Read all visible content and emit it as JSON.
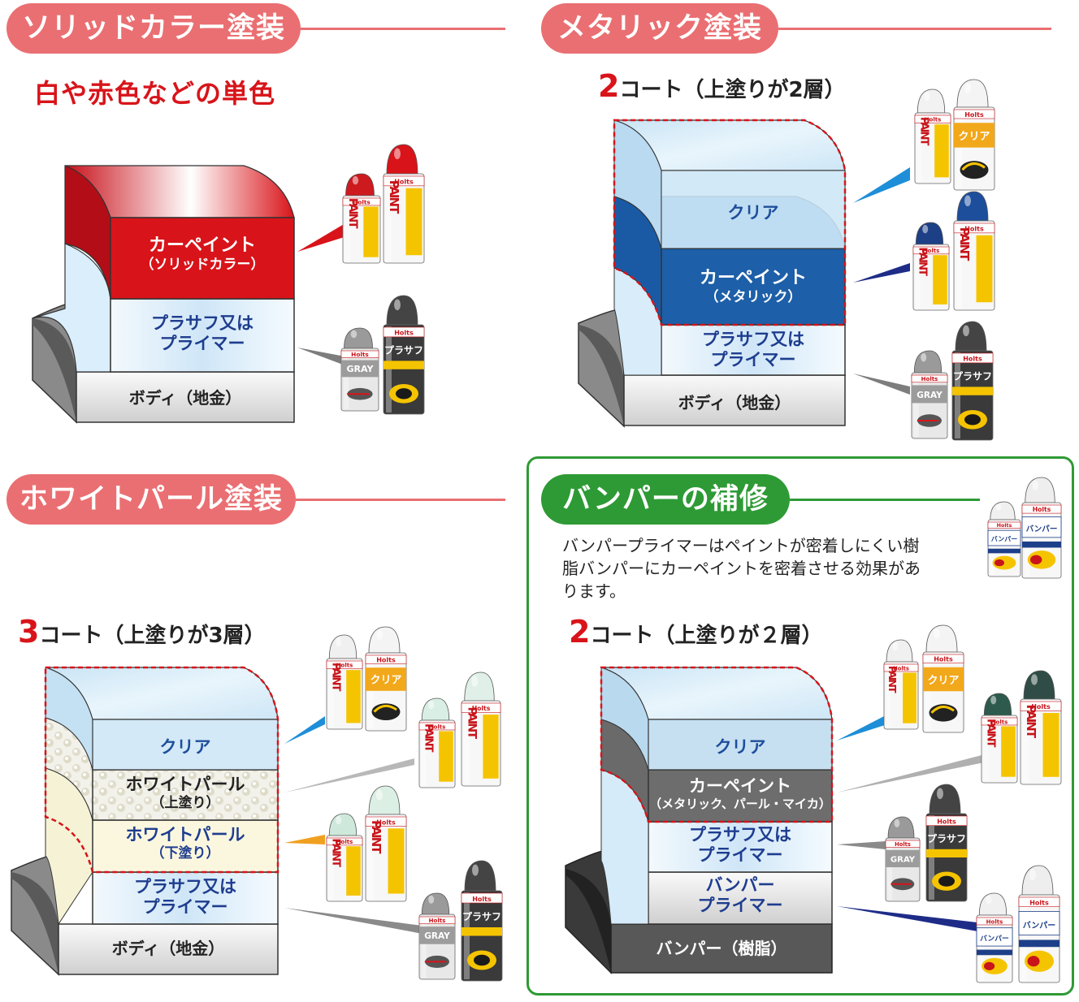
{
  "colors": {
    "header_red": "#ea6f72",
    "header_green": "#2e9a35",
    "accent_red": "#d8141a",
    "label_navy": "#1e3d8f"
  },
  "solid": {
    "title": "ソリッドカラー塗装",
    "subtitle": "白や赤色などの単色",
    "layers": {
      "carpaint": [
        "カーペイント",
        "（ソリッドカラー）"
      ],
      "primer": [
        "プラサフ又は",
        "プライマー"
      ],
      "body": "ボディ（地金）"
    }
  },
  "metallic": {
    "title": "メタリック塗装",
    "coat_num": "2",
    "coat_text": "コート（上塗りが2層）",
    "layers": {
      "clear": "クリア",
      "carpaint": [
        "カーペイント",
        "（メタリック）"
      ],
      "primer": [
        "プラサフ又は",
        "プライマー"
      ],
      "body": "ボディ（地金）"
    }
  },
  "pearl": {
    "title": "ホワイトパール塗装",
    "coat_num": "3",
    "coat_text": "コート（上塗りが3層）",
    "layers": {
      "clear": "クリア",
      "pearl_top": [
        "ホワイトパール",
        "（上塗り）"
      ],
      "pearl_base": [
        "ホワイトパール",
        "（下塗り）"
      ],
      "primer": [
        "プラサフ又は",
        "プライマー"
      ],
      "body": "ボディ（地金）"
    }
  },
  "bumper": {
    "title": "バンパーの補修",
    "description": [
      "バンパープライマーはペイントが密着しにくい樹",
      "脂バンパーにカーペイントを密着させる効果があ",
      "ります。"
    ],
    "coat_num": "2",
    "coat_text": "コート（上塗りが２層）",
    "layers": {
      "clear": "クリア",
      "carpaint": [
        "カーペイント",
        "（メタリック、パール・マイカ）"
      ],
      "primer": [
        "プラサフ又は",
        "プライマー"
      ],
      "bumper_primer": [
        "バンパー",
        "プライマー"
      ],
      "body": "バンパー（樹脂）"
    }
  },
  "cans": {
    "brand": "Holts",
    "paint": "PAINT",
    "clear": "クリア",
    "prasafu": "プラサフ",
    "gray": "GRAY",
    "bumper": "バンパー"
  }
}
